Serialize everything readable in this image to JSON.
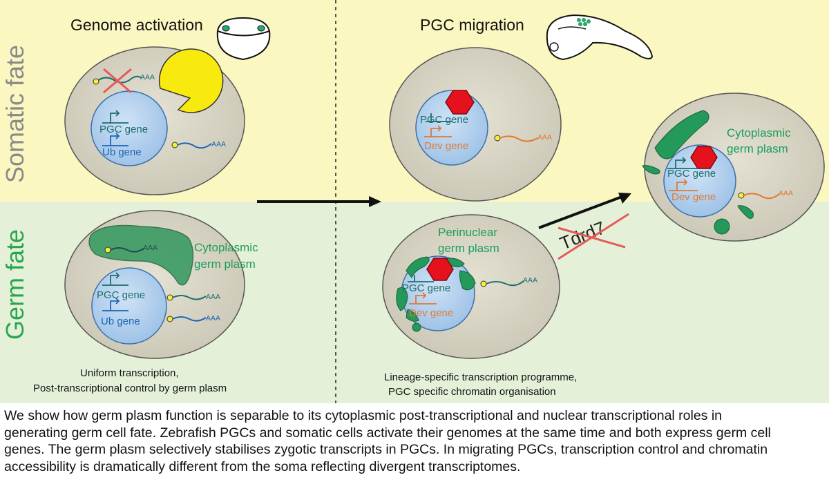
{
  "panels": {
    "genome_activation_title": "Genome activation",
    "pgc_migration_title": "PGC migration"
  },
  "fates": {
    "somatic": "Somatic fate",
    "germ": "Germ fate"
  },
  "genes": {
    "pgc": "PGC gene",
    "ub": "Ub gene",
    "dev": "Dev gene"
  },
  "polyA": "AAA",
  "germ_plasm": {
    "cytoplasmic_line1": "Cytoplasmic",
    "cytoplasmic_line2": "germ plasm",
    "perinuclear_line1": "Perinuclear",
    "perinuclear_line2": "germ plasm"
  },
  "tdrd7": "Tdrd7",
  "captions_left": {
    "line1": "Uniform transcription,",
    "line2": "Post-transcriptional control by germ plasm"
  },
  "captions_right": {
    "line1": "Lineage-specific transcription programme,",
    "line2": "PGC specific chromatin organisation"
  },
  "summary": {
    "line1": "We show how germ plasm function is separable to its cytoplasmic post-transcriptional and nuclear transcriptional roles in",
    "line2": "generating germ cell fate. Zebrafish PGCs and somatic cells activate their genomes at the same time and both express germ cell",
    "line3": "genes. The germ plasm selectively stabilises zygotic transcripts in PGCs. In migrating PGCs, transcription control and chromatin",
    "line4": "accessibility is dramatically different from the soma reflecting divergent transcriptomes."
  },
  "colors": {
    "somatic_bg": "#fbf7c0",
    "germ_bg": "#e5f0d8",
    "cell": "#d8d5c6",
    "nucleus": "#bcd6ef",
    "germ_plasm": "#23995a",
    "gene_blue": "#1a65b5",
    "gene_teal": "#1b6e6a",
    "gene_orange": "#e2782e",
    "repressor": "#e5121e",
    "pacman": "#f8ea0f",
    "somatic_label": "#8a8a8a",
    "germ_label": "#2aa54f"
  }
}
